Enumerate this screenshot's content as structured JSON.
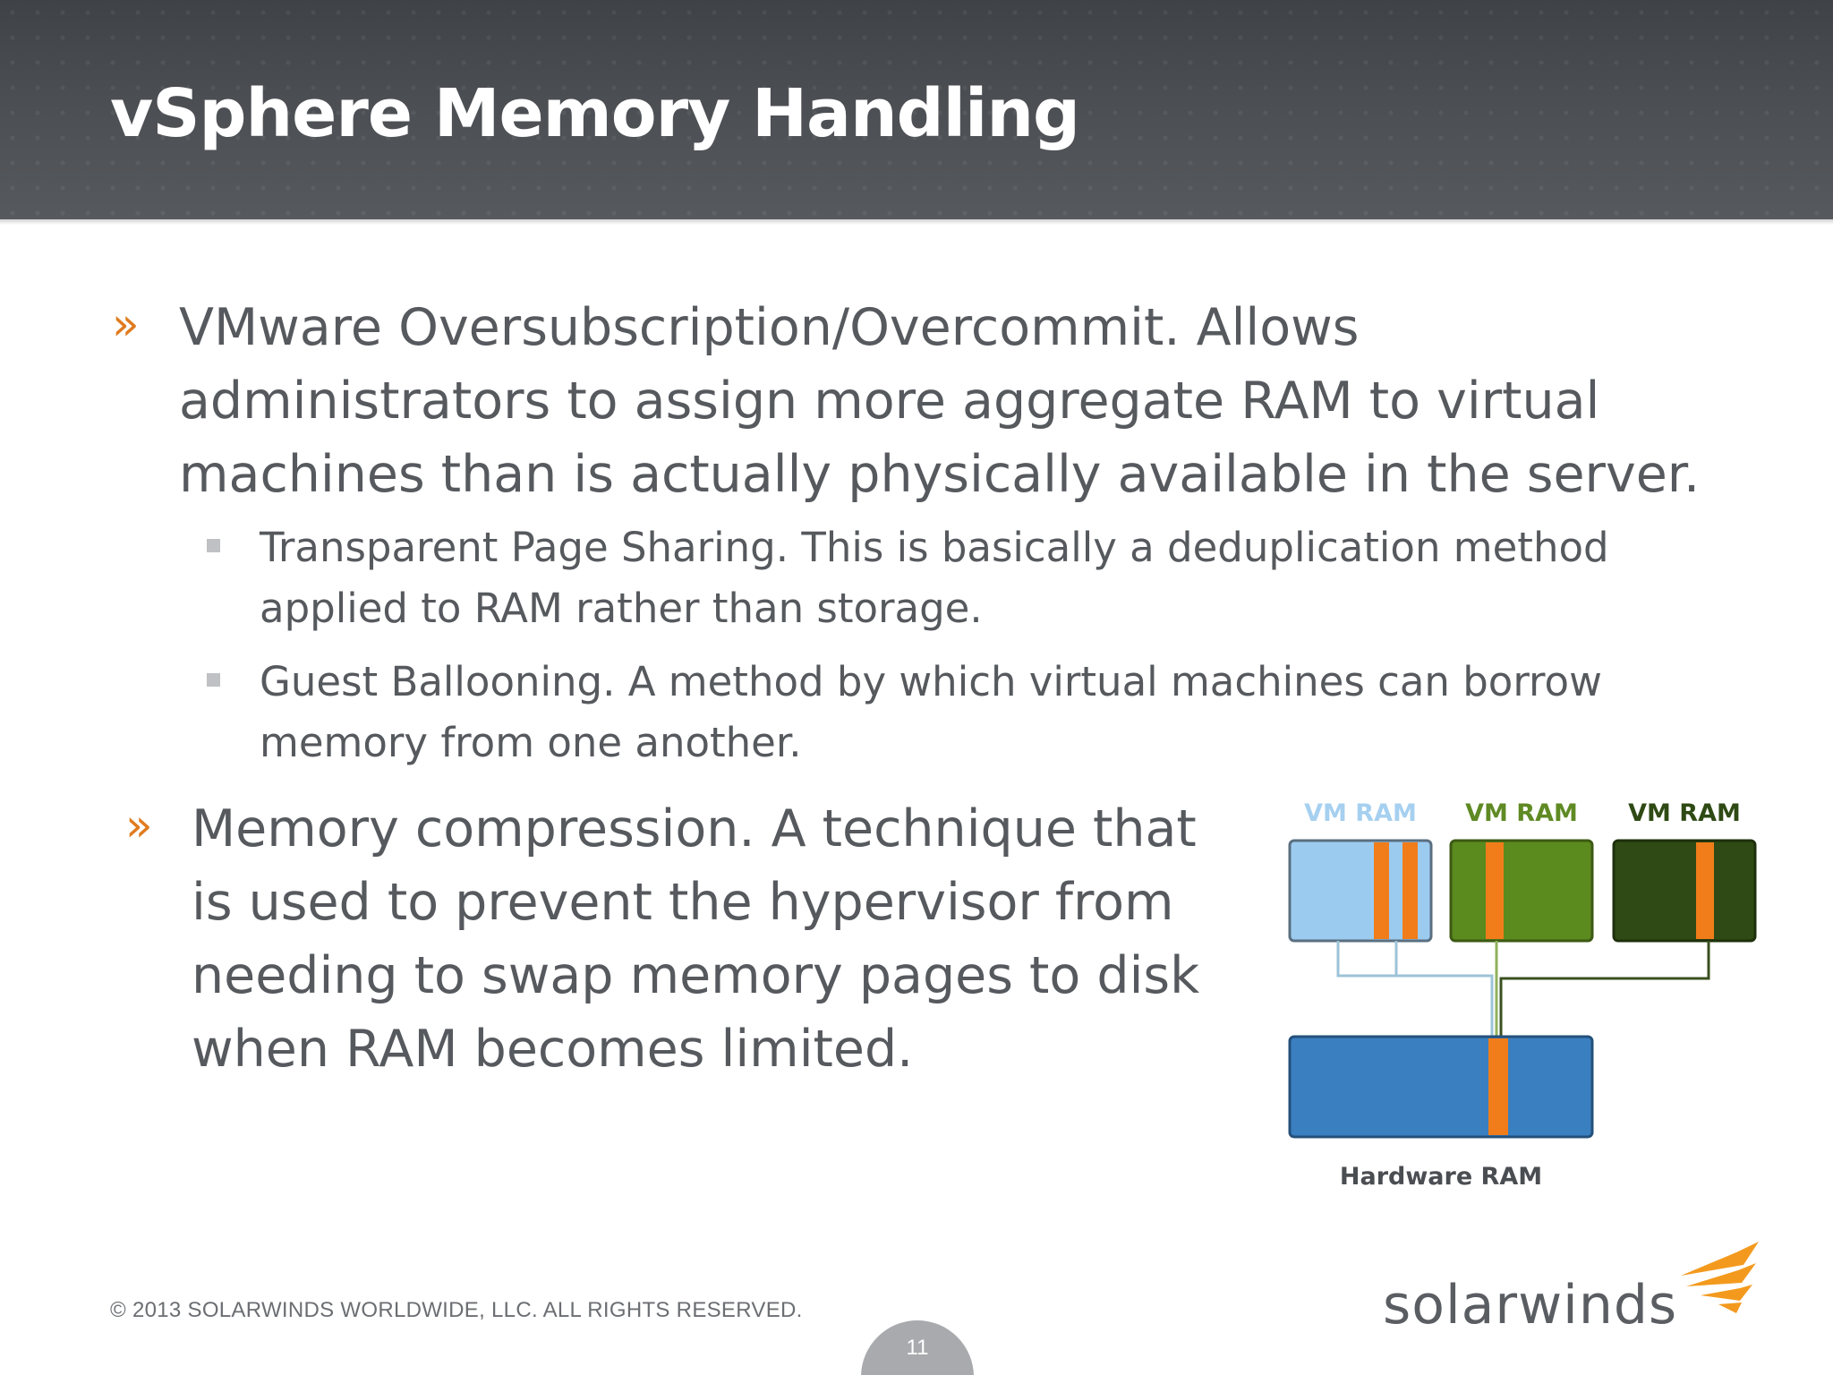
{
  "slide": {
    "title": "vSphere Memory Handling",
    "bullets": [
      {
        "marker": "»",
        "text": "VMware Oversubscription/Overcommit. Allows administrators to assign more aggregate RAM to virtual machines than is actually physically available in the server.",
        "sub_bullets": [
          "Transparent Page Sharing. This is basically a deduplication method applied to RAM rather than storage.",
          "Guest Ballooning. A method by which virtual machines can borrow memory from one another."
        ]
      },
      {
        "marker": "»",
        "text": "Memory compression. A technique that is used to prevent the hypervisor from needing to swap memory pages to disk when RAM becomes limited."
      }
    ],
    "diagram": {
      "vm_labels": [
        "VM RAM",
        "VM RAM",
        "VM RAM"
      ],
      "hardware_label": "Hardware RAM",
      "colors": {
        "vm1": "#9ccbf0",
        "vm2": "#5b8a1e",
        "vm3": "#2f4a14",
        "hardware": "#3a7fc0",
        "page": "#f07d1a"
      }
    },
    "footer": "© 2013 SOLARWINDS WORLDWIDE, LLC.  ALL RIGHTS RESERVED.",
    "page_number": "11",
    "logo": {
      "text": "solarwinds",
      "icon": "flame-icon",
      "accent": "#f39a1e"
    }
  }
}
